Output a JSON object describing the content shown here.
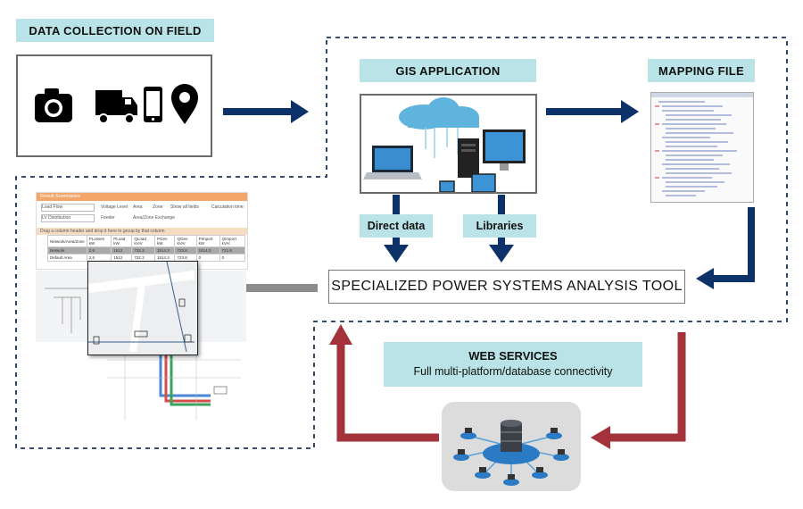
{
  "labels": {
    "data_collection": "DATA COLLECTION ON FIELD",
    "gis_application": "GIS APPLICATION",
    "mapping_file": "MAPPING FILE",
    "direct_data": "Direct data",
    "libraries": "Libraries",
    "analysis_tool": "SPECIALIZED POWER SYSTEMS ANALYSIS TOOL",
    "web_services_title": "WEB SERVICES",
    "web_services_sub": "Full multi-platform/database connectivity"
  },
  "field_icons": [
    "camera-icon",
    "truck-icon",
    "smartphone-icon",
    "map-pin-icon"
  ],
  "screenshot": {
    "title": "Result Summaries",
    "dropdown1": "Load Flow",
    "dropdown2": "LV Distribution",
    "radio_voltage": "Voltage Level",
    "radio_area": "Area",
    "radio_zone": "Zone",
    "show_all": "Show all fields",
    "calc_time": "Calculation time:",
    "radio_feeder": "Feeder",
    "radio_exchange": "Area/Zone Exchange",
    "group_hint": "Drag a column header and drop it here to group by that column",
    "columns": [
      "Network/Area/Zone",
      "PLosses kW",
      "PLoad kW",
      "QLoad kVAr",
      "PGen kW",
      "QGen kVAr",
      "PImport kW",
      "QImport kVAr"
    ],
    "rows": [
      [
        "Network",
        "2,5",
        "1512",
        "732.3",
        "1514.3",
        "723.8",
        "1514.3",
        "721.8"
      ],
      [
        "Default Area",
        "2,5",
        "1512",
        "732.3",
        "1514.3",
        "723.8",
        "0",
        "0"
      ]
    ]
  },
  "colors": {
    "teal": "#b9e3e6",
    "navy_arrow": "#0d3269",
    "red_arrow": "#a3323a",
    "grey_arrow": "#8c8c8c",
    "dashed_border": "#1a3560"
  }
}
